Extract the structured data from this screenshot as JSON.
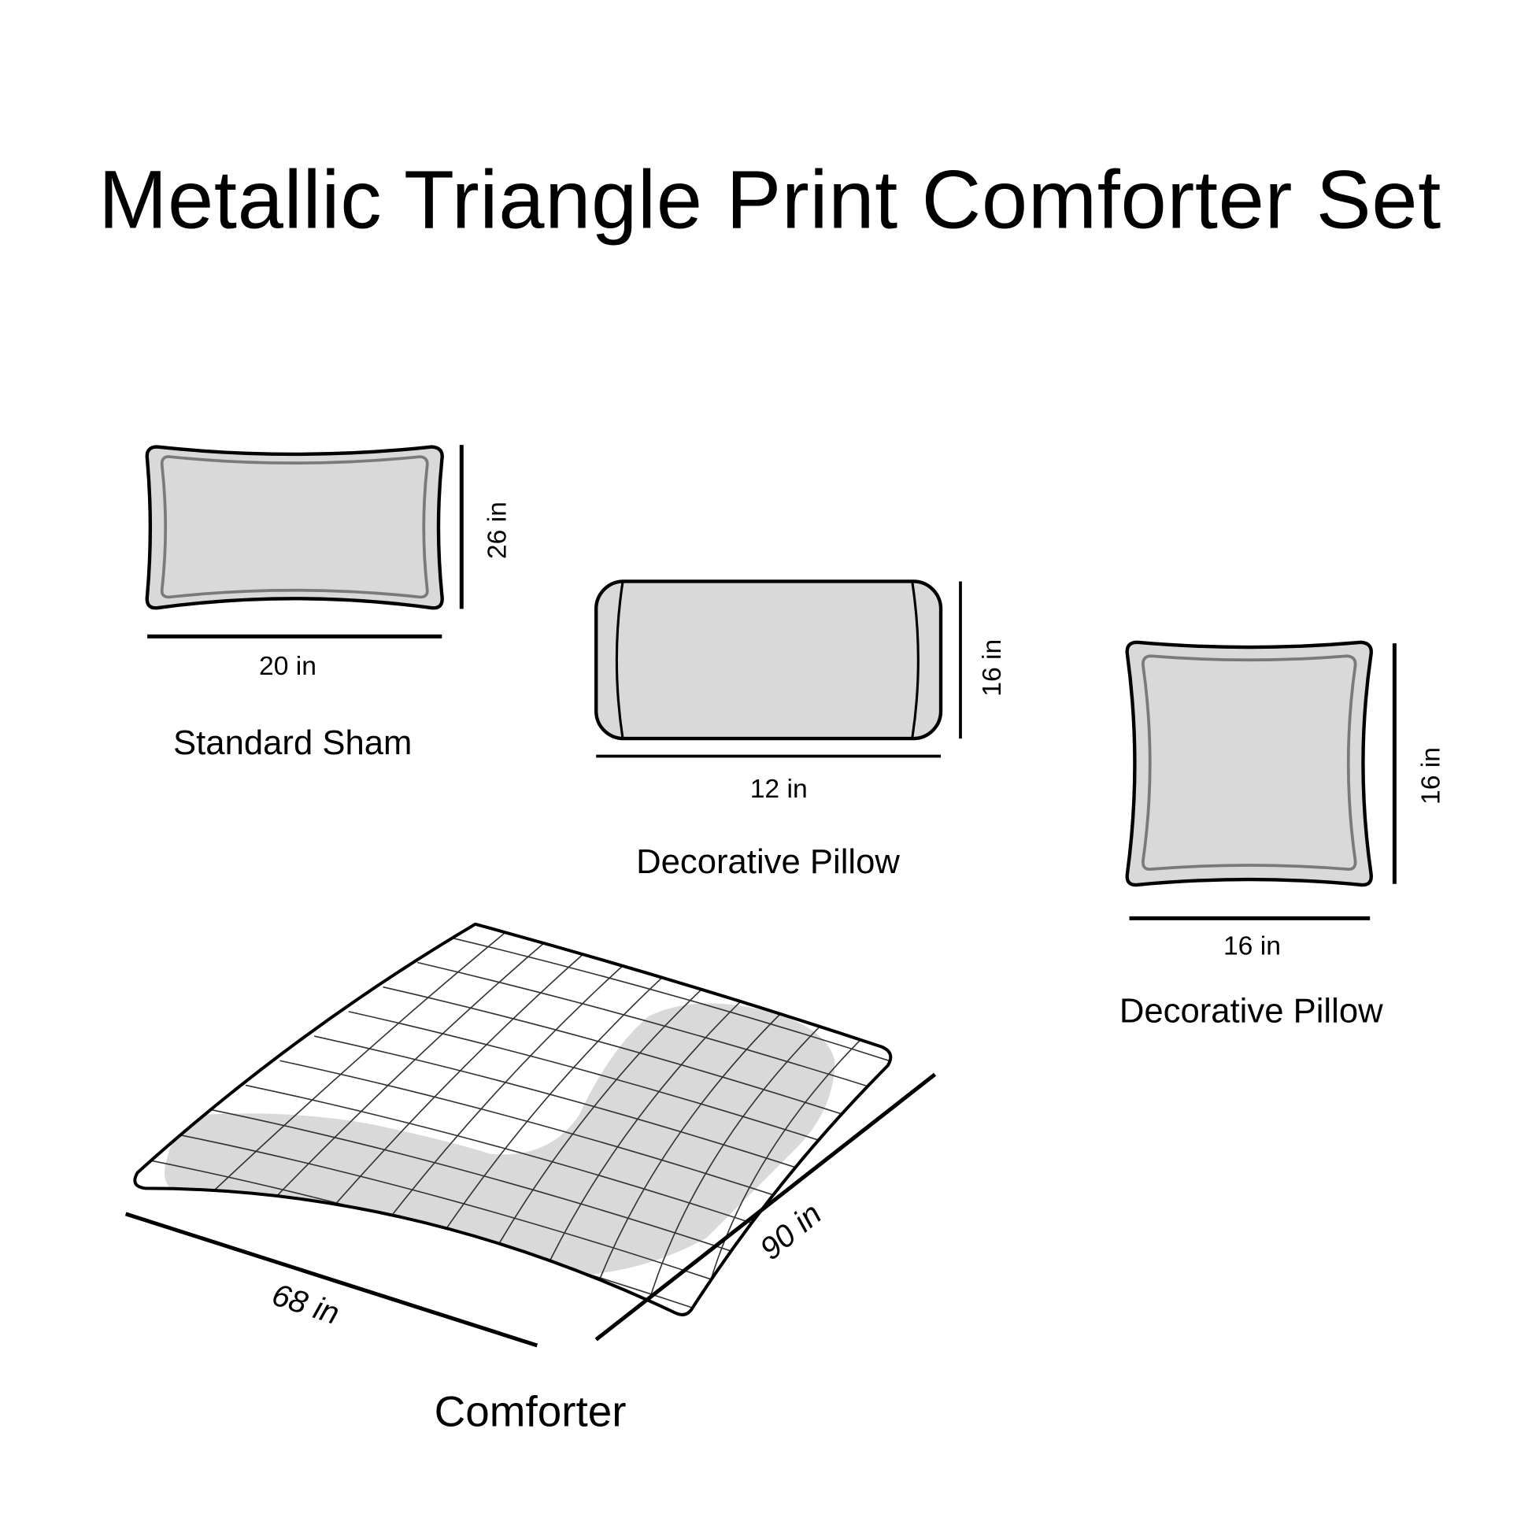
{
  "title": "Metallic Triangle Print Comforter Set",
  "colors": {
    "background": "#ffffff",
    "fill": "#d9d9d9",
    "outline": "#000000",
    "inner_piping": "#7a7a7a"
  },
  "items": [
    {
      "name": "Standard Sham",
      "width_label": "20 in",
      "height_label": "26 in"
    },
    {
      "name": "Decorative Pillow",
      "shape": "bolster",
      "width_label": "12 in",
      "height_label": "16 in"
    },
    {
      "name": "Decorative Pillow",
      "shape": "square",
      "width_label": "16 in",
      "height_label": "16 in"
    },
    {
      "name": "Comforter",
      "width_label": "68 in",
      "length_label": "90 in"
    }
  ]
}
